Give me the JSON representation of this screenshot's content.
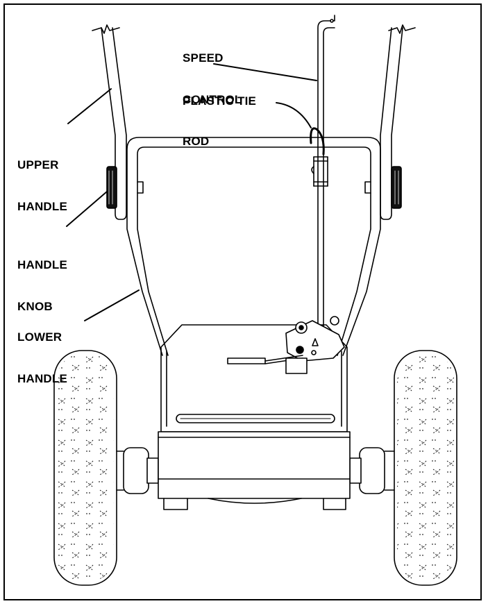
{
  "labels": {
    "speed_control_rod_l1": "SPEED",
    "speed_control_rod_l2": "CONTROL",
    "speed_control_rod_l3": "ROD",
    "plastic_tie": "PLASTIC TIE",
    "upper_handle_l1": "UPPER",
    "upper_handle_l2": "HANDLE",
    "handle_knob_l1": "HANDLE",
    "handle_knob_l2": "KNOB",
    "lower_handle_l1": "LOWER",
    "lower_handle_l2": "HANDLE"
  },
  "colors": {
    "ink": "#000000",
    "paper": "#ffffff",
    "knob": "#111111"
  }
}
